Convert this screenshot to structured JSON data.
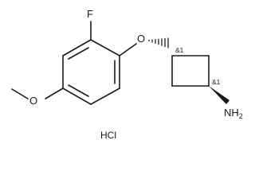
{
  "structure": {
    "atoms": {
      "fluorine": "F",
      "ether_oxygen": "O",
      "methoxy_oxygen": "O",
      "amine": "NH2"
    },
    "stereo_flags": {
      "c1": "&1",
      "c3": "&1"
    },
    "salt": "HCl"
  }
}
